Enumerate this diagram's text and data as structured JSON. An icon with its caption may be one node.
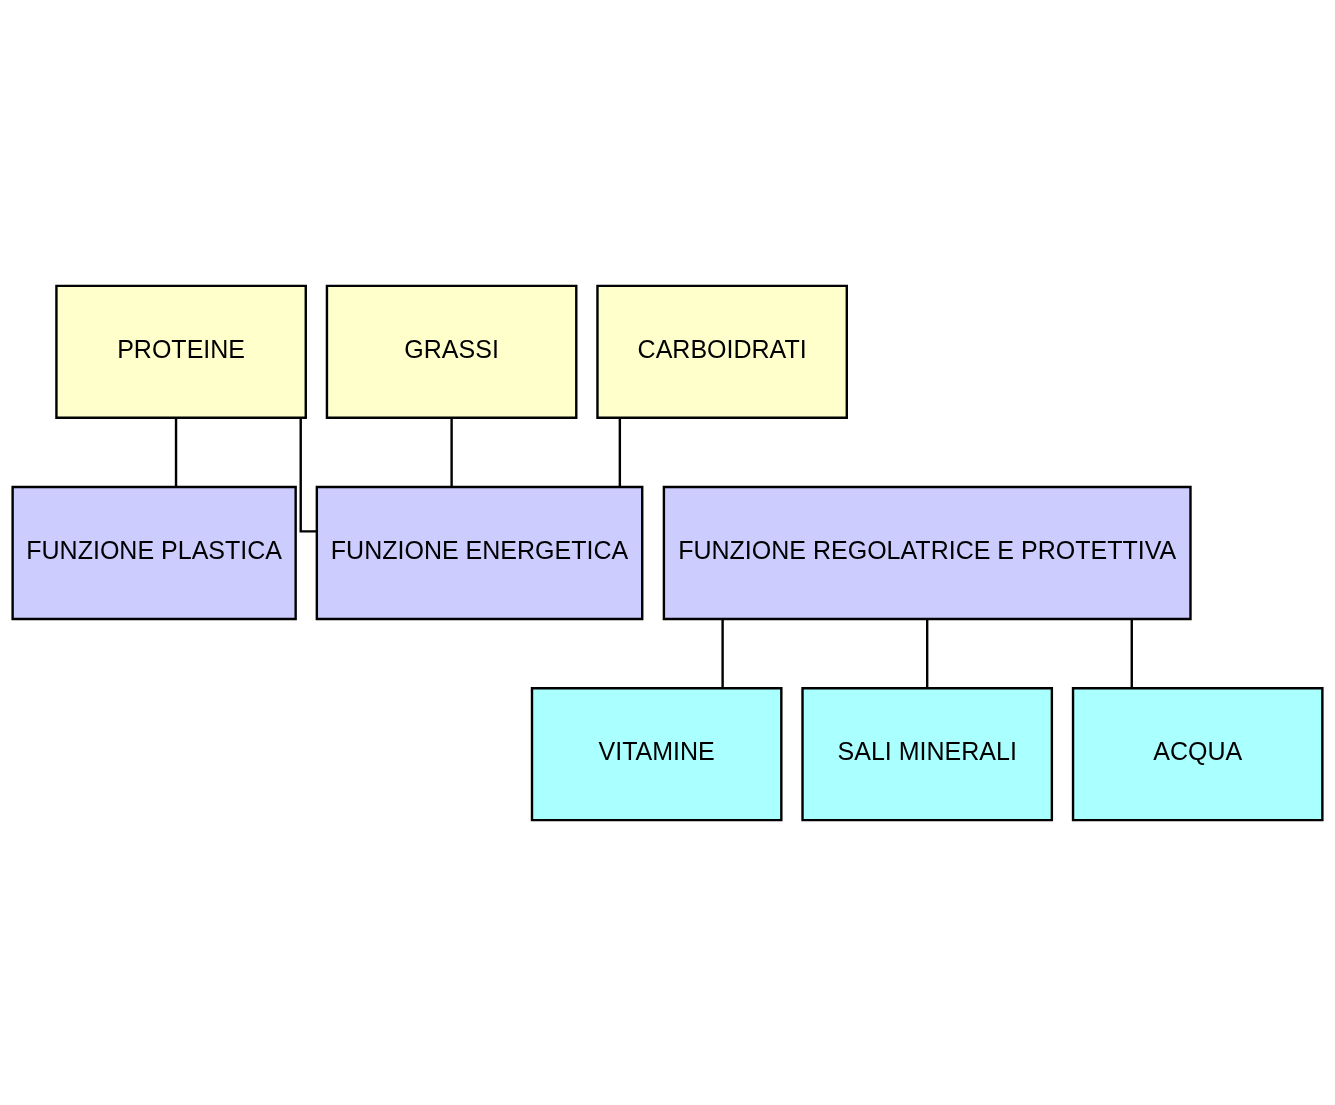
{
  "diagram": {
    "nodes": [
      {
        "text": [
          "PROTEINE"
        ]
      },
      {
        "text": [
          "GRASSI"
        ]
      },
      {
        "text": [
          "CARBOIDRATI"
        ]
      },
      {
        "text": [
          "FUNZIONE PLASTICA"
        ]
      },
      {
        "text": [
          "FUNZIONE ENERGETICA"
        ]
      },
      {
        "text": [
          "FUNZIONE REGOLATRICE E PROTETTIVA"
        ]
      },
      {
        "text": [
          "VITAMINE"
        ]
      },
      {
        "text": [
          "SALI MINERALI"
        ]
      },
      {
        "text": [
          "ACQUA"
        ]
      }
    ],
    "edges": [
      {
        "from": 0,
        "to": 3,
        "arrow": "none"
      },
      {
        "from": 0,
        "to": 4,
        "arrow": "none"
      },
      {
        "from": 1,
        "to": 4,
        "arrow": "none"
      },
      {
        "from": 2,
        "to": 4,
        "arrow": "none"
      },
      {
        "from": 5,
        "to": 6,
        "arrow": "none"
      },
      {
        "from": 5,
        "to": 7,
        "arrow": "none"
      },
      {
        "from": 5,
        "to": 8,
        "arrow": "none"
      }
    ]
  }
}
